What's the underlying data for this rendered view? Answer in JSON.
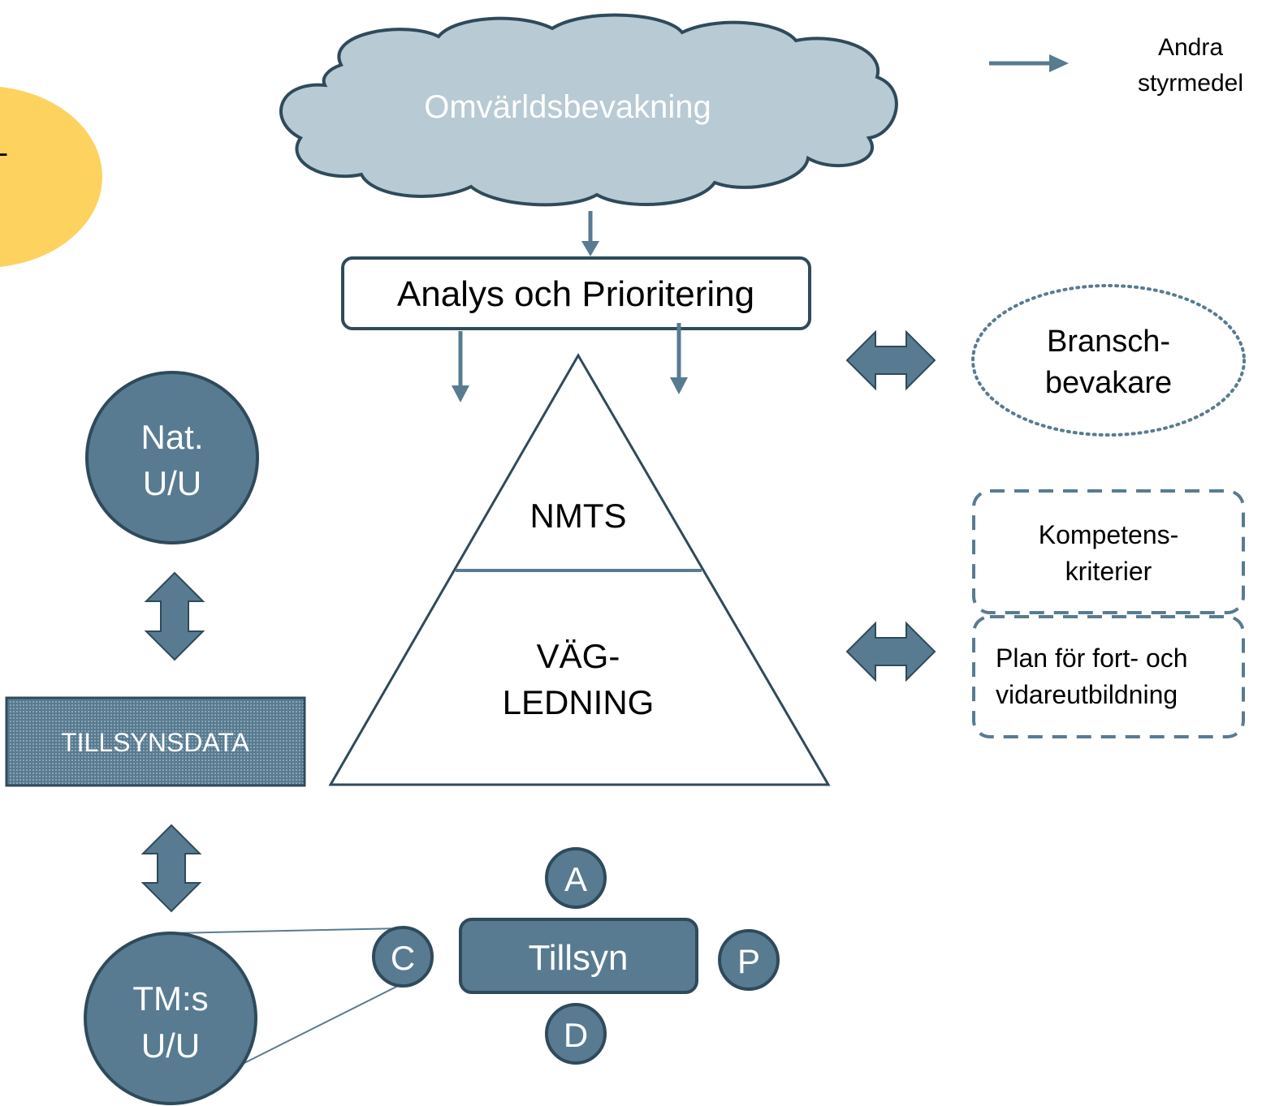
{
  "diagram": {
    "yellow_shape_text": "-",
    "cloud_label": "Omvärldsbevakning",
    "analysis_label": "Analys och Prioritering",
    "pyramid_top_label": "NMTS",
    "pyramid_bottom_label_1": "VÄG-",
    "pyramid_bottom_label_2": "LEDNING",
    "legend_label_1": "Andra",
    "legend_label_2": "styrmedel",
    "bransch_label_1": "Bransch-",
    "bransch_label_2": "bevakare",
    "kompetens_label_1": "Kompetens-",
    "kompetens_label_2": "kriterier",
    "plan_label_1": "Plan för fort- och",
    "plan_label_2": "vidareutbildning",
    "nat_label_1": "Nat.",
    "nat_label_2": "U/U",
    "tillsynsdata_label": "TILLSYNSDATA",
    "tms_label_1": "TM:s",
    "tms_label_2": "U/U",
    "tillsyn_label": "Tillsyn",
    "node_a": "A",
    "node_c": "C",
    "node_p": "P",
    "node_d": "D"
  },
  "colors": {
    "slate": "#587b91",
    "slate_dark": "#2f4a5a",
    "cloud_fill": "#b8cad3",
    "yellow": "#fdd25f",
    "line": "#506f83",
    "text_dark": "#000000",
    "text_light": "#ffffff"
  }
}
